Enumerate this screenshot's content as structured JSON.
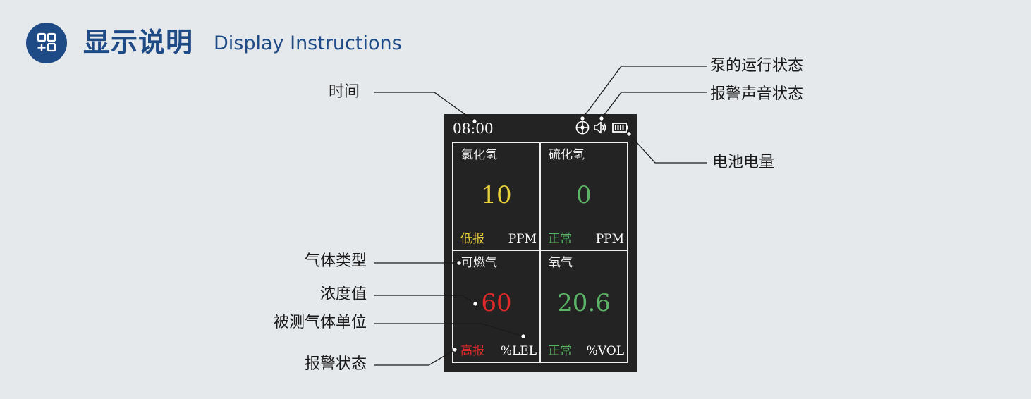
{
  "header": {
    "icon": "apps-grid-add-icon",
    "title_cn": "显示说明",
    "title_en": "Display Instructions",
    "accent_color": "#1e4a86"
  },
  "device": {
    "time": "08:00",
    "status_icons": [
      "pump-icon",
      "speaker-icon",
      "battery-icon"
    ],
    "battery_level": "full",
    "cells": [
      {
        "gas": "氯化氢",
        "value": "10",
        "status": "低报",
        "unit": "PPM",
        "color": "#e8d13a"
      },
      {
        "gas": "硫化氢",
        "value": "0",
        "status": "正常",
        "unit": "PPM",
        "color": "#5cb466"
      },
      {
        "gas": "可燃气",
        "value": "60",
        "status": "高报",
        "unit": "%LEL",
        "color": "#e02a2a"
      },
      {
        "gas": "氧气",
        "value": "20.6",
        "status": "正常",
        "unit": "%VOL",
        "color": "#5cb466"
      }
    ]
  },
  "callouts": {
    "time": "时间",
    "pump_status": "泵的运行状态",
    "alarm_sound_status": "报警声音状态",
    "battery_level": "电池电量",
    "gas_type": "气体类型",
    "concentration": "浓度值",
    "gas_unit": "被测气体单位",
    "alarm_status": "报警状态"
  }
}
